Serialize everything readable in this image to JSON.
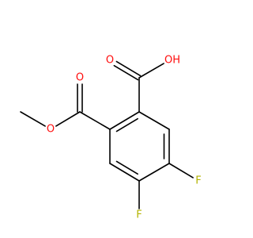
{
  "molecule": {
    "atoms": [
      {
        "symbol": "C",
        "label": ""
      },
      {
        "symbol": "C",
        "label": ""
      },
      {
        "symbol": "C",
        "label": ""
      },
      {
        "symbol": "C",
        "label": ""
      },
      {
        "symbol": "C",
        "label": ""
      },
      {
        "symbol": "C",
        "label": ""
      },
      {
        "symbol": "C",
        "label": ""
      },
      {
        "symbol": "O",
        "label": "O"
      },
      {
        "symbol": "O",
        "label": "OH"
      },
      {
        "symbol": "C",
        "label": ""
      },
      {
        "symbol": "O",
        "label": "O"
      },
      {
        "symbol": "O",
        "label": "O"
      },
      {
        "symbol": "C",
        "label": ""
      },
      {
        "symbol": "F",
        "label": "F"
      },
      {
        "symbol": "F",
        "label": "F"
      }
    ],
    "bonds": [
      {
        "a": 0,
        "b": 1,
        "order": 1
      },
      {
        "a": 1,
        "b": 2,
        "order": 2
      },
      {
        "a": 2,
        "b": 3,
        "order": 1
      },
      {
        "a": 3,
        "b": 4,
        "order": 2
      },
      {
        "a": 4,
        "b": 5,
        "order": 1
      },
      {
        "a": 5,
        "b": 0,
        "order": 2
      },
      {
        "a": 0,
        "b": 6,
        "order": 1
      },
      {
        "a": 6,
        "b": 7,
        "order": 2
      },
      {
        "a": 6,
        "b": 8,
        "order": 1
      },
      {
        "a": 5,
        "b": 9,
        "order": 1
      },
      {
        "a": 9,
        "b": 10,
        "order": 2
      },
      {
        "a": 9,
        "b": 11,
        "order": 1
      },
      {
        "a": 11,
        "b": 12,
        "order": 1
      },
      {
        "a": 2,
        "b": 13,
        "order": 1
      },
      {
        "a": 3,
        "b": 14,
        "order": 1
      }
    ]
  },
  "colors": {
    "bond": "#000000",
    "oxygen": "#ff0d0d",
    "fluorine": "#b3b300",
    "carbon": "#000000",
    "background": "#ffffff"
  }
}
